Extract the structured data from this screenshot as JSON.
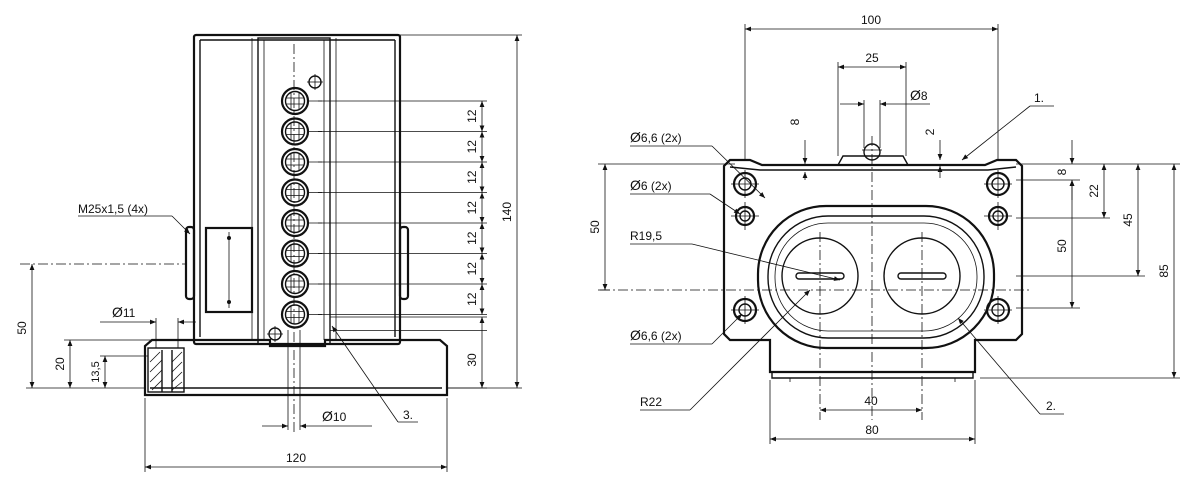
{
  "side_view": {
    "dims": {
      "overall_height": "140",
      "pitch": "12",
      "base_height": "30",
      "width": "120",
      "hole_height": "50",
      "flange_height": "20",
      "bore_depth": "13,5"
    },
    "labels": {
      "thread": "M25x1,5 (4x)",
      "bore_dia": "11",
      "pin_dia": "10",
      "callout_3": "3."
    }
  },
  "top_view": {
    "dims": {
      "overall_width": "100",
      "slot_width": "25",
      "pin_dia": "8",
      "depth_8": "8",
      "offset_2": "2",
      "hole_spacing": "50",
      "right_8": "8",
      "right_22": "22",
      "right_45": "45",
      "right_50": "50",
      "right_85": "85",
      "center_40": "40",
      "bottom_80": "80"
    },
    "labels": {
      "hole_66_top": "6,6 (2x)",
      "hole_6": "6 (2x)",
      "radius_195": "R19,5",
      "hole_66_bottom": "6,6 (2x)",
      "radius_22": "R22",
      "callout_1": "1.",
      "callout_2": "2."
    }
  },
  "symbols": {
    "diameter": "Ø"
  }
}
